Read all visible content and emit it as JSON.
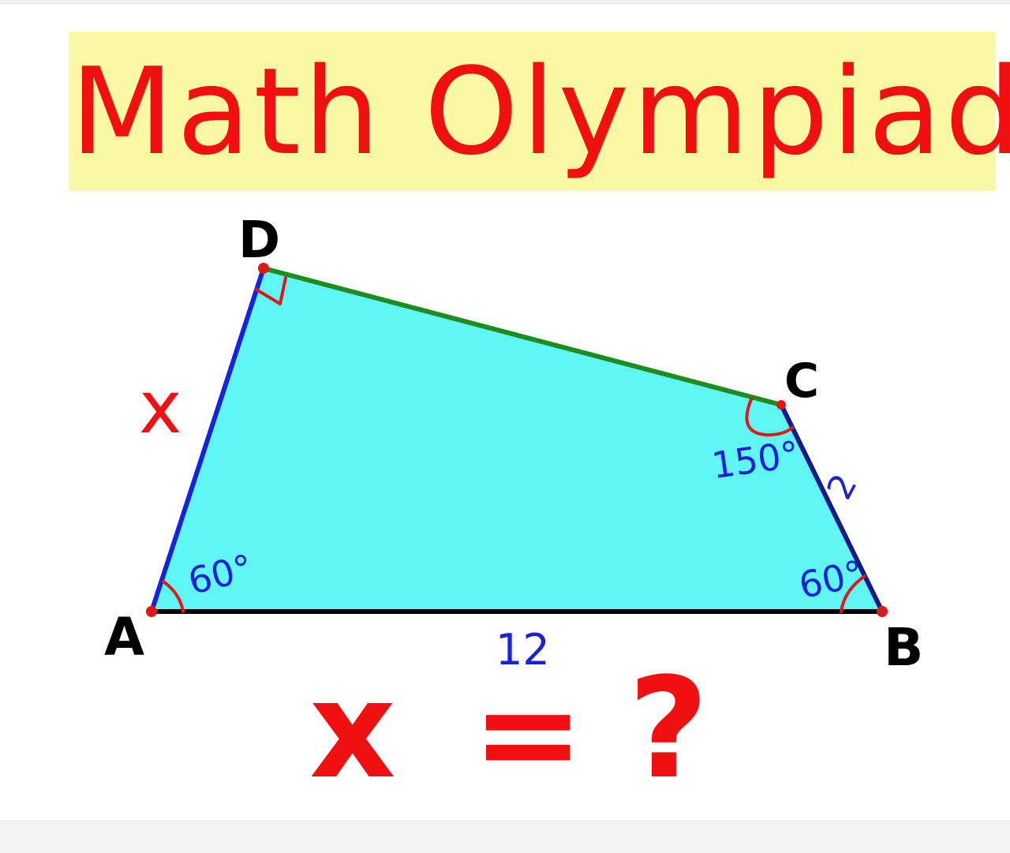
{
  "title": "Math Olympiad",
  "figure": {
    "vertices": {
      "A": "A",
      "B": "B",
      "C": "C",
      "D": "D"
    },
    "side_AD_label": "x",
    "side_AB_label": "12",
    "side_BC_label": "2",
    "angle_A_label": "60°",
    "angle_B_label": "60°",
    "angle_C_label": "150°",
    "angle_D": "right angle"
  },
  "question": {
    "variable": "x",
    "equals": "=",
    "unknown": "?"
  },
  "colors": {
    "title": "#f01010",
    "banner": "#fbf8a4",
    "fill": "#60f6f6",
    "side_AD": "#1a22d8",
    "side_DC": "#1e8c1e",
    "side_BC": "#101a8a",
    "side_AB": "#000000",
    "vertex_dot": "#e01818",
    "angle_mark": "#e01818",
    "blue_text": "#1a22d8"
  },
  "icons": {
    "right_angle": "right-angle-marker"
  }
}
